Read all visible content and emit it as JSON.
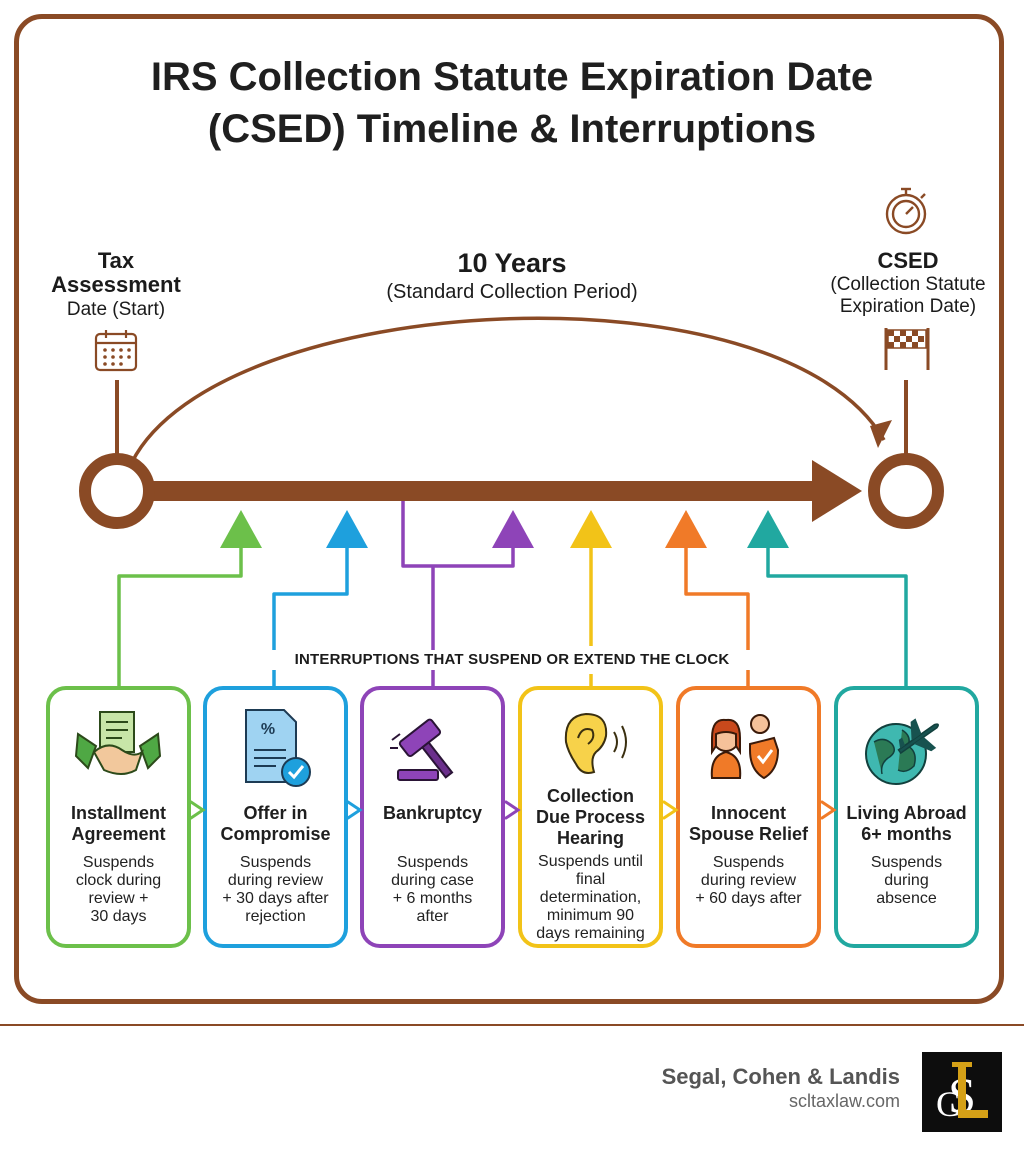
{
  "title": {
    "line1": "IRS Collection Statute Expiration Date",
    "line2": "(CSED) Timeline & Interruptions"
  },
  "start": {
    "line1": "Tax",
    "line2": "Assessment",
    "line3": "Date (Start)",
    "icon": "calendar-icon"
  },
  "period": {
    "label": "10 Years",
    "sublabel": "(Standard Collection Period)"
  },
  "end": {
    "line1": "CSED",
    "line2": "(Collection Statute",
    "line3": "Expiration Date)",
    "icons": [
      "stopwatch-icon",
      "finish-flag-icon"
    ]
  },
  "interruptions_header": "INTERRUPTIONS THAT SUSPEND OR EXTEND THE CLOCK",
  "colors": {
    "brown": "#8a4a25",
    "green": "#6cc04a",
    "blue": "#1ea0dd",
    "purple": "#8e44b8",
    "yellow": "#f2c318",
    "orange": "#f07a28",
    "teal": "#21a8a0"
  },
  "cards": [
    {
      "title1": "Installment",
      "title2": "Agreement",
      "desc": [
        "Suspends",
        "clock during",
        "review +",
        "30 days"
      ],
      "icon": "handshake-agreement-icon",
      "color": "#6cc04a"
    },
    {
      "title1": "Offer in",
      "title2": "Compromise",
      "desc": [
        "Suspends",
        "during review",
        "+ 30 days after",
        "rejection"
      ],
      "icon": "document-check-icon",
      "color": "#1ea0dd"
    },
    {
      "title1": "Bankruptcy",
      "title2": "",
      "desc": [
        "Suspends",
        "during case",
        "+ 6 months",
        "after"
      ],
      "icon": "gavel-icon",
      "color": "#8e44b8"
    },
    {
      "title1": "Collection",
      "title2": "Due Process",
      "title3": "Hearing",
      "desc": [
        "Suspends until",
        "final",
        "determination,",
        "minimum 90",
        "days remaining"
      ],
      "icon": "ear-hearing-icon",
      "color": "#f2c318"
    },
    {
      "title1": "Innocent",
      "title2": "Spouse Relief",
      "desc": [
        "Suspends",
        "during review",
        "+ 60 days after"
      ],
      "icon": "spouse-shield-icon",
      "color": "#f07a28"
    },
    {
      "title1": "Living Abroad",
      "title2": "6+ months",
      "desc": [
        "Suspends",
        "during",
        "absence"
      ],
      "icon": "globe-plane-icon",
      "color": "#21a8a0"
    }
  ],
  "footer": {
    "firm": "Segal, Cohen & Landis",
    "website": "scltaxlaw.com",
    "logo_letters": "SCL"
  }
}
